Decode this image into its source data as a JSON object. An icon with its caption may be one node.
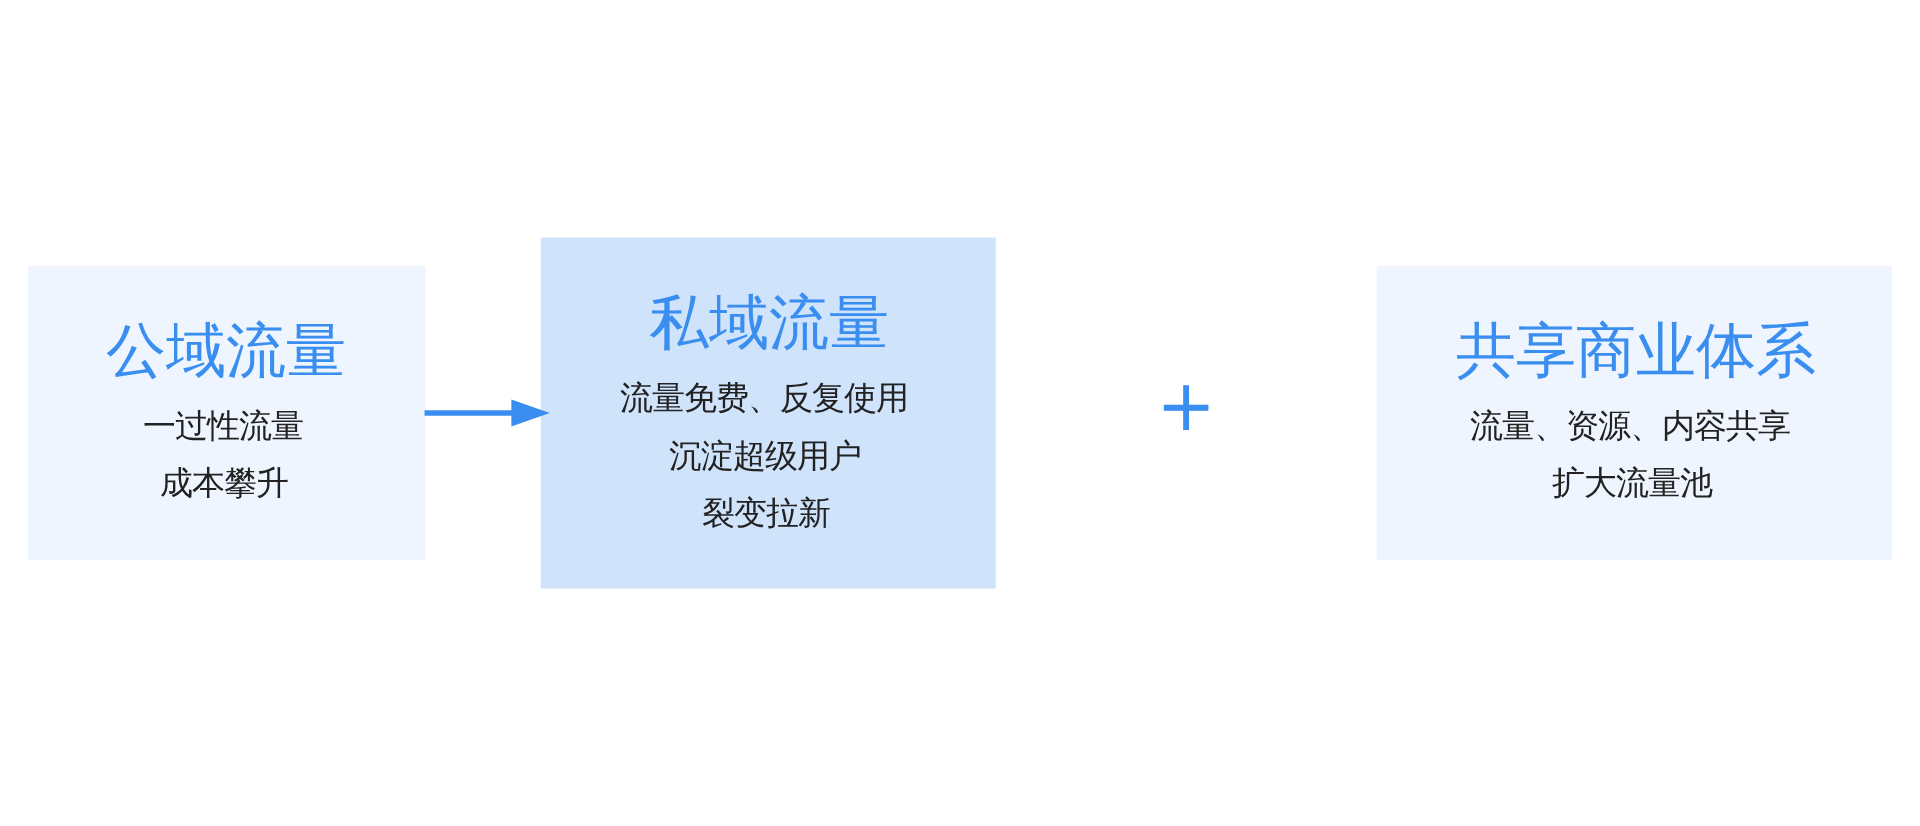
{
  "diagram": {
    "nodes": [
      {
        "text": [
          "公域流量",
          "一过性流量",
          "成本攀升"
        ]
      },
      {
        "text": [
          "私域流量",
          "流量免费、反复使用",
          "沉淀超级用户",
          "裂变拉新"
        ]
      },
      {
        "text": [
          "共享商业体系",
          "流量、资源、内容共享",
          "扩大流量池"
        ]
      }
    ],
    "edges": [
      {
        "from": 0,
        "to": 1,
        "arrow": "to"
      }
    ],
    "labels": [
      "+"
    ]
  }
}
